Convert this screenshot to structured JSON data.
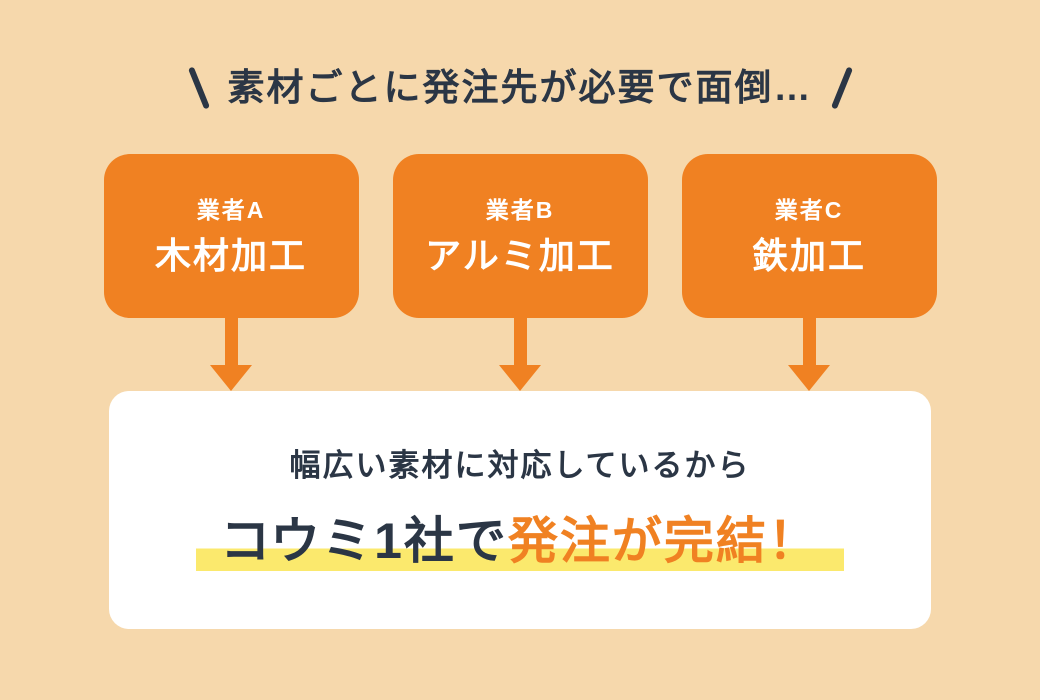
{
  "colors": {
    "background": "#f6d8ac",
    "accent_orange": "#f08122",
    "text_navy": "#2b3645",
    "card_white": "#ffffff",
    "highlight_yellow": "#fbe96d"
  },
  "title": {
    "text": "素材ごとに発注先が必要で面倒…",
    "left_mark": "\\",
    "right_mark": "/"
  },
  "icons": {
    "left_mark": "backslash-emphasis-stroke",
    "right_mark": "slash-emphasis-stroke",
    "arrow": "down-arrow"
  },
  "vendors": [
    {
      "label": "業者A",
      "service": "木材加工"
    },
    {
      "label": "業者B",
      "service": "アルミ加工"
    },
    {
      "label": "業者C",
      "service": "鉄加工"
    }
  ],
  "result": {
    "line1": "幅広い素材に対応しているから",
    "line2_dark": "コウミ1社で",
    "line2_accent": "発注が完結！"
  }
}
